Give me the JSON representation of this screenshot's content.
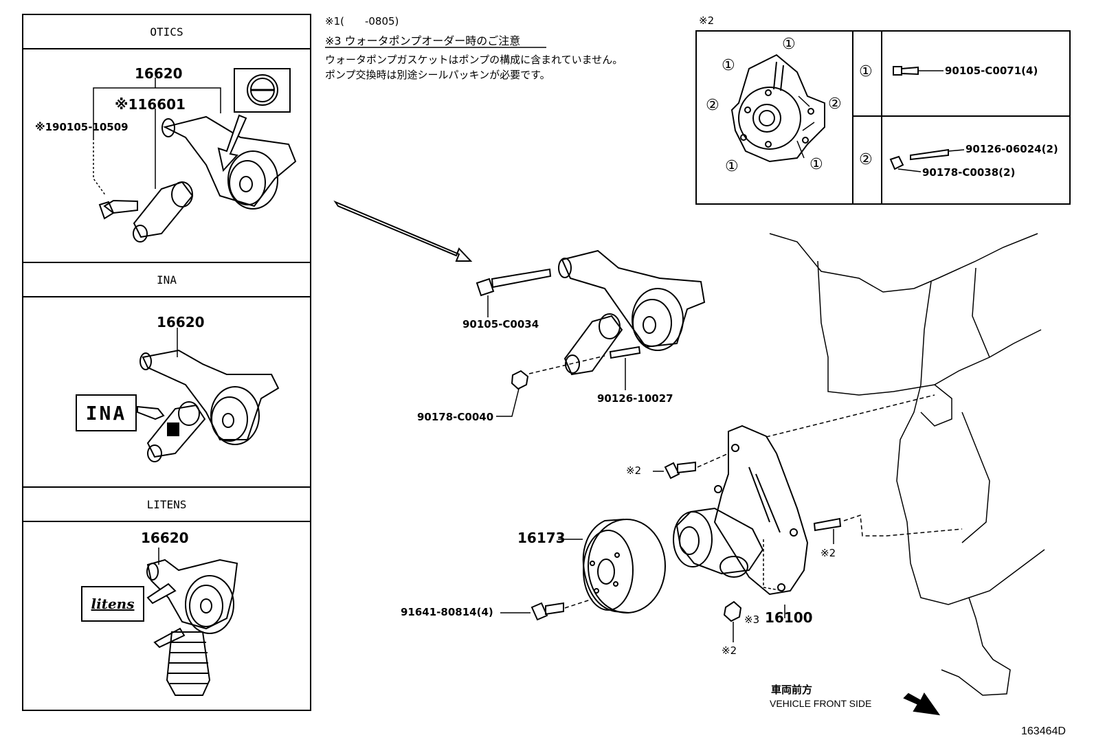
{
  "panels": {
    "otics": {
      "title": "OTICS",
      "part_main": "16620",
      "part_tensioner": "※116601",
      "part_bolt": "※190105-10509"
    },
    "ina": {
      "title": "INA",
      "part_main": "16620",
      "brand_label": "INA"
    },
    "litens": {
      "title": "LITENS",
      "part_main": "16620",
      "brand_label": "litens"
    }
  },
  "notes": {
    "note1": "※1(　　-0805)",
    "note3_heading": "※3 ウォータポンプオーダー時のご注意",
    "note3_line1": "ウォータポンプガスケットはポンプの構成に含まれていません。",
    "note3_line2": "ポンプ交換時は別途シールパッキンが必要です。"
  },
  "inset2": {
    "title": "※2",
    "row1": {
      "marker": "①",
      "part": "90105-C0071(4)"
    },
    "row2": {
      "marker": "②",
      "part_stud": "90126-06024(2)",
      "part_nut": "90178-C0038(2)"
    },
    "plate_markers": [
      "①",
      "①",
      "②",
      "②",
      "①",
      "①"
    ]
  },
  "main_parts": {
    "bolt_long": "90105-C0034",
    "stud": "90126-10027",
    "nut": "90178-C0040",
    "pulley": "16173",
    "pulley_bolt": "91641-80814(4)",
    "pump": "16100",
    "pump_note": "※3",
    "ref_bolt": "※2",
    "ref_stud": "※2",
    "ref_nut": "※2"
  },
  "direction": {
    "jp": "車両前方",
    "en": "VEHICLE FRONT SIDE"
  },
  "figure_id": "163464D"
}
